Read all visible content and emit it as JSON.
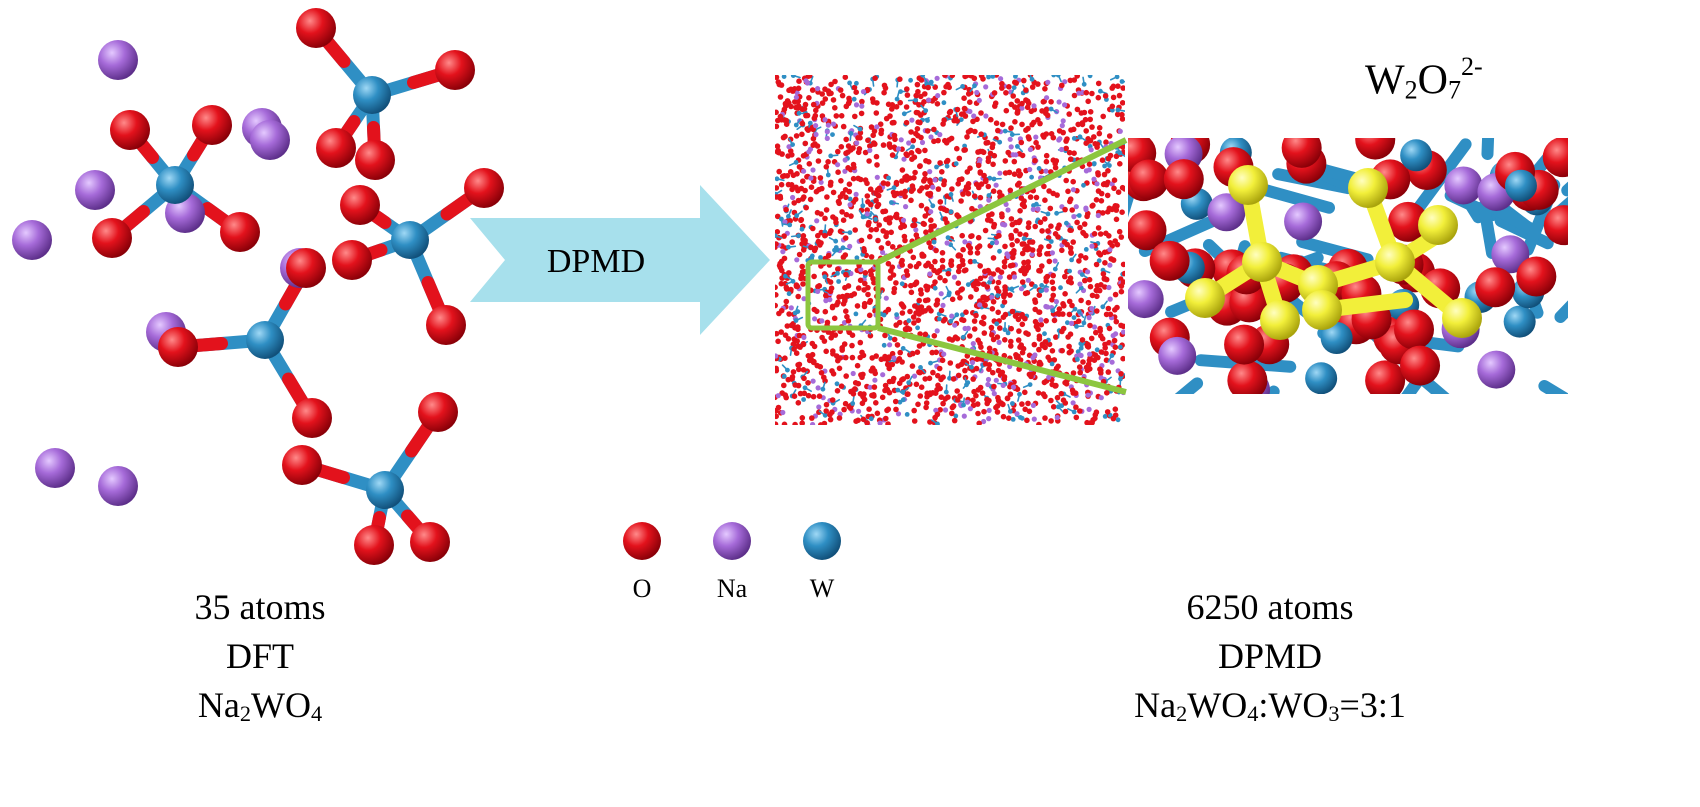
{
  "colors": {
    "oxygen": "#e3121c",
    "sodium": "#a66bd9",
    "tungsten": "#2f8fc4",
    "highlight_atoms": "#f2ef3a",
    "zoom_lines": "#8cc63f",
    "arrow": "#a7e0ec"
  },
  "arrow": {
    "label": "DPMD"
  },
  "zoom_title": {
    "main": "W",
    "sub1": "2",
    "mid": "O",
    "sub2": "7",
    "sup": "2-"
  },
  "legend": [
    {
      "element": "oxygen",
      "label": "O"
    },
    {
      "element": "sodium",
      "label": "Na"
    },
    {
      "element": "tungsten",
      "label": "W"
    }
  ],
  "left_caption": {
    "line1": "35 atoms",
    "line2": "DFT",
    "formula": {
      "a": "Na",
      "a_sub": "2",
      "b": "WO",
      "b_sub": "4"
    }
  },
  "right_caption": {
    "line1": "6250 atoms",
    "line2": "DPMD",
    "formula": {
      "a": "Na",
      "a_sub": "2",
      "b": "WO",
      "b_sub": "4",
      "c": ":WO",
      "c_sub": "3",
      "d": "=3:1"
    }
  }
}
